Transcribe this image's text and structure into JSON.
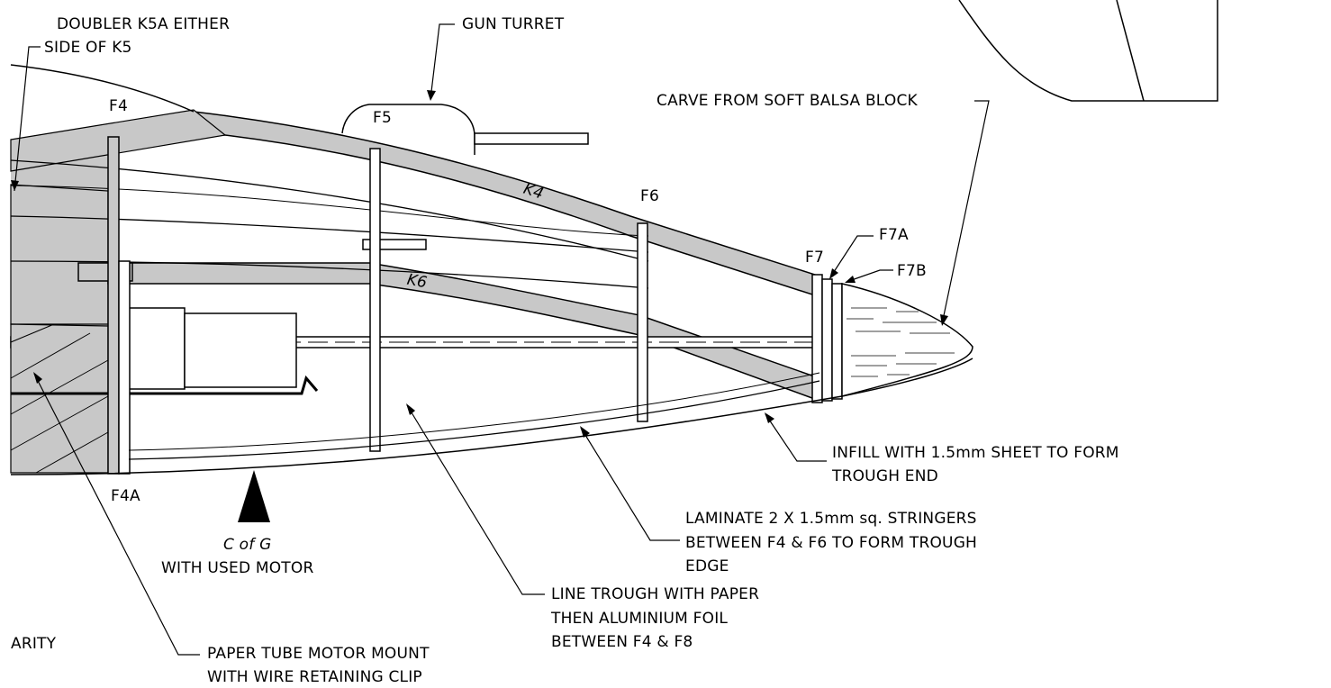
{
  "labels": {
    "doubler": [
      "DOUBLER K5A EITHER",
      "SIDE OF K5"
    ],
    "gun_turret": "GUN TURRET",
    "carve": "CARVE FROM SOFT BALSA BLOCK",
    "infill": [
      "INFILL WITH 1.5mm SHEET TO FORM",
      "TROUGH END"
    ],
    "laminate": [
      "LAMINATE 2 X 1.5mm sq. STRINGERS",
      "BETWEEN F4 & F6 TO FORM TROUGH",
      "EDGE"
    ],
    "line_trough": [
      "LINE TROUGH WITH PAPER",
      "THEN ALUMINIUM FOIL",
      "BETWEEN F4 & F8"
    ],
    "paper_tube": [
      "PAPER TUBE MOTOR MOUNT",
      "WITH WIRE RETAINING CLIP"
    ],
    "cg": [
      "C of G",
      "WITH USED MOTOR"
    ],
    "clarity_fragment": "ARITY"
  },
  "parts": {
    "f4": "F4",
    "f4a": "F4A",
    "f5": "F5",
    "f6": "F6",
    "f7": "F7",
    "f7a": "F7A",
    "f7b": "F7B",
    "k4": "K4",
    "k6": "K6"
  },
  "colors": {
    "ink": "#000000",
    "shade": "#c8c8c8",
    "paper": "#ffffff"
  }
}
